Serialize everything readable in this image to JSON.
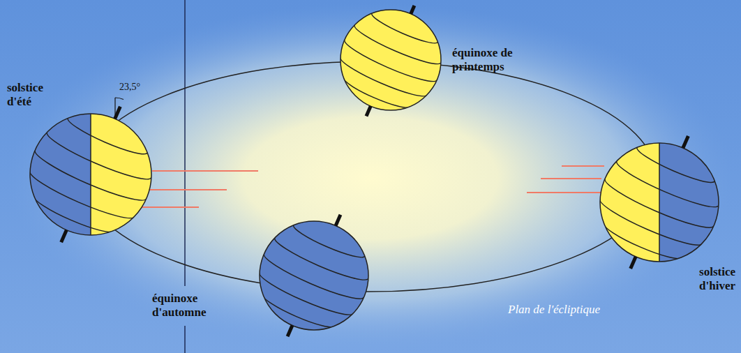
{
  "diagram": {
    "labels": [
      "solstice d'été",
      "23,5°",
      "équinoxe de printemps",
      "solstice d'hiver",
      "équinoxe d'automne",
      "Plan de l'écliptique"
    ]
  }
}
